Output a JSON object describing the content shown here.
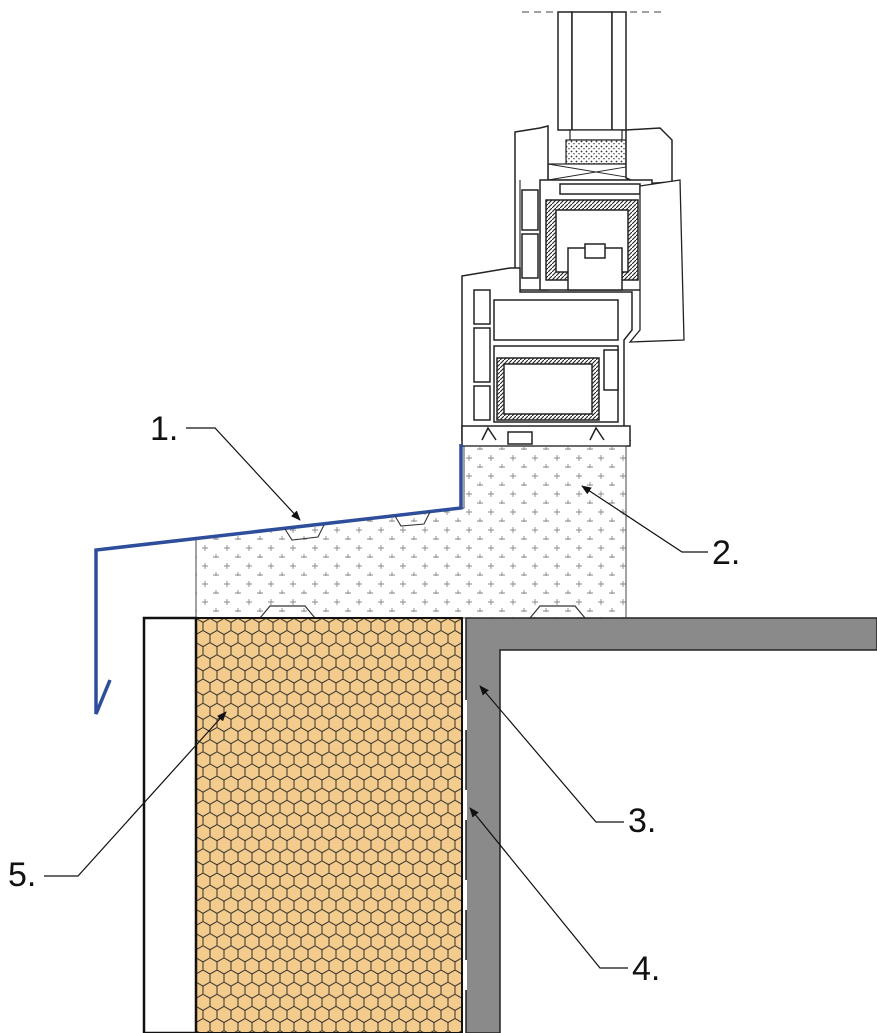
{
  "callouts": [
    {
      "label": "1."
    },
    {
      "label": "2."
    },
    {
      "label": "3."
    },
    {
      "label": "4."
    },
    {
      "label": "5."
    }
  ],
  "colors": {
    "flashing": "#2e4d9a",
    "insulation": "#f2cb8d",
    "wall": "#8a8a8a",
    "line": "#1a1a1a"
  }
}
